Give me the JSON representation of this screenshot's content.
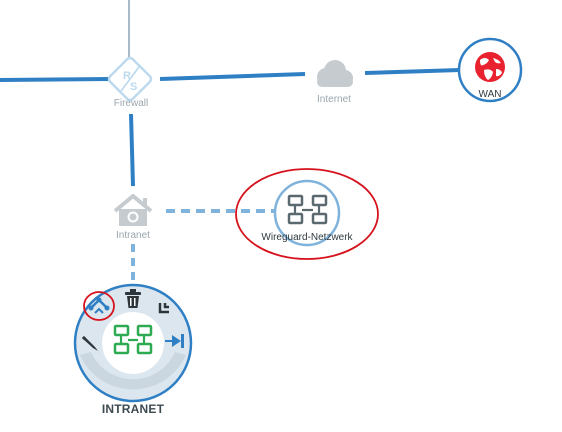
{
  "nodes": {
    "firewall": {
      "label": "Firewall",
      "icon": "router-icon"
    },
    "internet": {
      "label": "Internet",
      "icon": "cloud-icon"
    },
    "wan": {
      "label": "WAN",
      "icon": "globe-icon"
    },
    "intranet_host": {
      "label": "Intranet",
      "icon": "house-icon"
    },
    "wireguard": {
      "label": "Wireguard-Netzwerk",
      "icon": "network-icon"
    },
    "intranet": {
      "label": "INTRANET",
      "icon": "network-icon"
    }
  },
  "context_menu": {
    "items": [
      "connect-icon",
      "trash-icon",
      "minimize-icon",
      "pin-icon",
      "pencil-icon"
    ]
  },
  "colors": {
    "link": "#2f7fc4",
    "link_dashed": "#7fb3dc",
    "faded_icon": "#bcd9ee",
    "wan_red": "#e8232f",
    "highlight_red": "#d6121c",
    "network_green": "#2eaa53",
    "network_gray": "#5a6870"
  }
}
